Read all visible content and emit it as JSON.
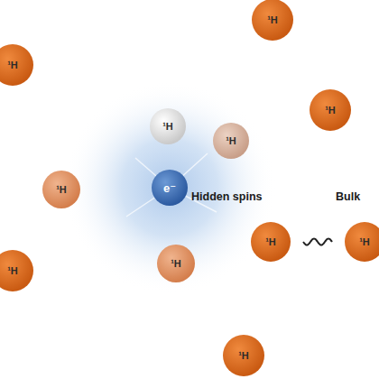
{
  "diagram": {
    "nodes": [
      {
        "text": [
          "¹H"
        ]
      },
      {
        "text": [
          "¹H"
        ]
      },
      {
        "text": [
          "¹H"
        ]
      },
      {
        "text": [
          "¹H"
        ]
      },
      {
        "text": [
          "¹H"
        ]
      },
      {
        "text": [
          "¹H"
        ]
      },
      {
        "text": [
          "e⁻"
        ]
      },
      {
        "text": [
          "¹H"
        ]
      },
      {
        "text": [
          "¹H"
        ]
      },
      {
        "text": [
          "¹H"
        ]
      },
      {
        "text": [
          "¹H"
        ]
      },
      {
        "text": [
          "¹H"
        ]
      }
    ],
    "edges": [
      {
        "from": 7,
        "to": 8,
        "arrow": "none"
      }
    ],
    "labels": [
      "Hidden spins",
      "Bulk"
    ]
  }
}
